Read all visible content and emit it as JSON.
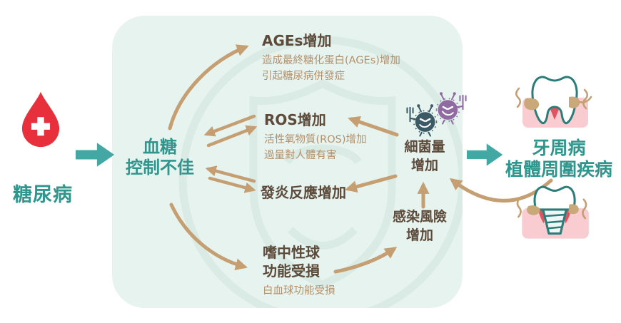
{
  "diagram": {
    "source": {
      "label": "糖尿病"
    },
    "condition": {
      "line1": "血糖",
      "line2": "控制不佳"
    },
    "mechanisms": {
      "ages": {
        "title": "AGEs增加",
        "desc_line1": "造成最終糖化蛋白(AGEs)增加",
        "desc_line2": "引起糖尿病併發症"
      },
      "ros": {
        "title": "ROS增加",
        "desc_line1": "活性氧物質(ROS)增加",
        "desc_line2": "過量對人體有害"
      },
      "inflammation": {
        "title": "發炎反應增加"
      },
      "neutrophil": {
        "title_line1": "嗜中性球",
        "title_line2": "功能受損",
        "desc": "白血球功能受損"
      },
      "bacteria": {
        "line1": "細菌量",
        "line2": "增加"
      },
      "infection_risk": {
        "line1": "感染風險",
        "line2": "增加"
      }
    },
    "outcome": {
      "line1": "牙周病",
      "line2": "植體周圍疾病"
    },
    "icons": {
      "blood_drop": "blood-drop-icon",
      "germ_dark": "germ-dark-icon",
      "germ_purple": "germ-purple-icon",
      "tooth": "tooth-periodontitis-icon",
      "implant": "implant-periimplantitis-icon"
    },
    "colors": {
      "teal_text": "#2e968c",
      "teal_arrow": "#43a7a3",
      "brown_title": "#5c4b3b",
      "tan_text": "#b3906c",
      "tan_arrow": "#c59e72",
      "mint_panel": "#e7f3ee",
      "watermark": "#d9ebe4",
      "blood_red": "#e8303c",
      "germ_dark": "#3c5a66",
      "germ_purple": "#8f6ba1",
      "tooth_outline": "#2a7d78",
      "gum_pink": "#f8ccd1",
      "inflamed_red": "#dd5560",
      "tartar_tan": "#c9a87a"
    }
  }
}
